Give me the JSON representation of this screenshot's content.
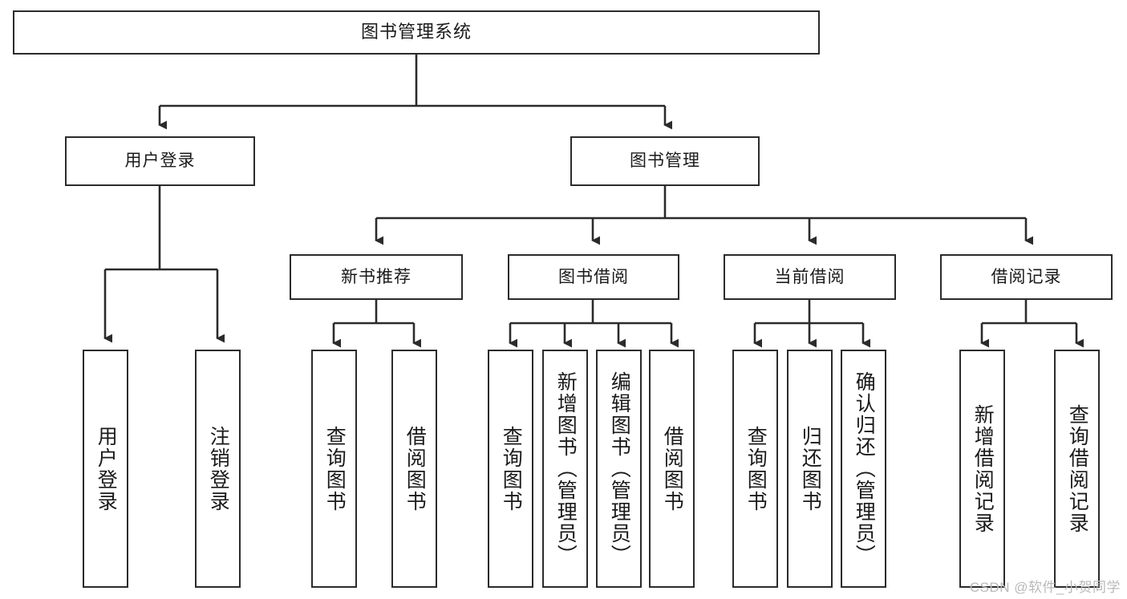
{
  "diagram": {
    "type": "tree",
    "title": "图书管理系统",
    "orientation": "top-down",
    "colors": {
      "box_border": "#2b2b2b",
      "box_fill": "#ffffff",
      "connector": "#2b2b2b",
      "text": "#1a1a1a",
      "watermark": "#b9b9b9"
    },
    "root": {
      "label": "图书管理系统"
    },
    "level2": [
      {
        "label": "用户登录"
      },
      {
        "label": "图书管理"
      }
    ],
    "level3": [
      {
        "label": "新书推荐"
      },
      {
        "label": "图书借阅"
      },
      {
        "label": "当前借阅"
      },
      {
        "label": "借阅记录"
      }
    ],
    "leaves": [
      {
        "label": "用户登录",
        "parent": "用户登录"
      },
      {
        "label": "注销登录",
        "parent": "用户登录"
      },
      {
        "label": "查询图书",
        "parent": "新书推荐"
      },
      {
        "label": "借阅图书",
        "parent": "新书推荐"
      },
      {
        "label": "查询图书",
        "parent": "图书借阅"
      },
      {
        "label": "新增图书（管理员）",
        "parent": "图书借阅"
      },
      {
        "label": "编辑图书（管理员）",
        "parent": "图书借阅"
      },
      {
        "label": "借阅图书",
        "parent": "图书借阅"
      },
      {
        "label": "查询图书",
        "parent": "当前借阅"
      },
      {
        "label": "归还图书",
        "parent": "当前借阅"
      },
      {
        "label": "确认归还（管理员）",
        "parent": "当前借阅"
      },
      {
        "label": "新增借阅记录",
        "parent": "借阅记录"
      },
      {
        "label": "查询借阅记录",
        "parent": "借阅记录"
      }
    ]
  },
  "watermark": {
    "text": "CSDN @软件_小贺同学"
  }
}
